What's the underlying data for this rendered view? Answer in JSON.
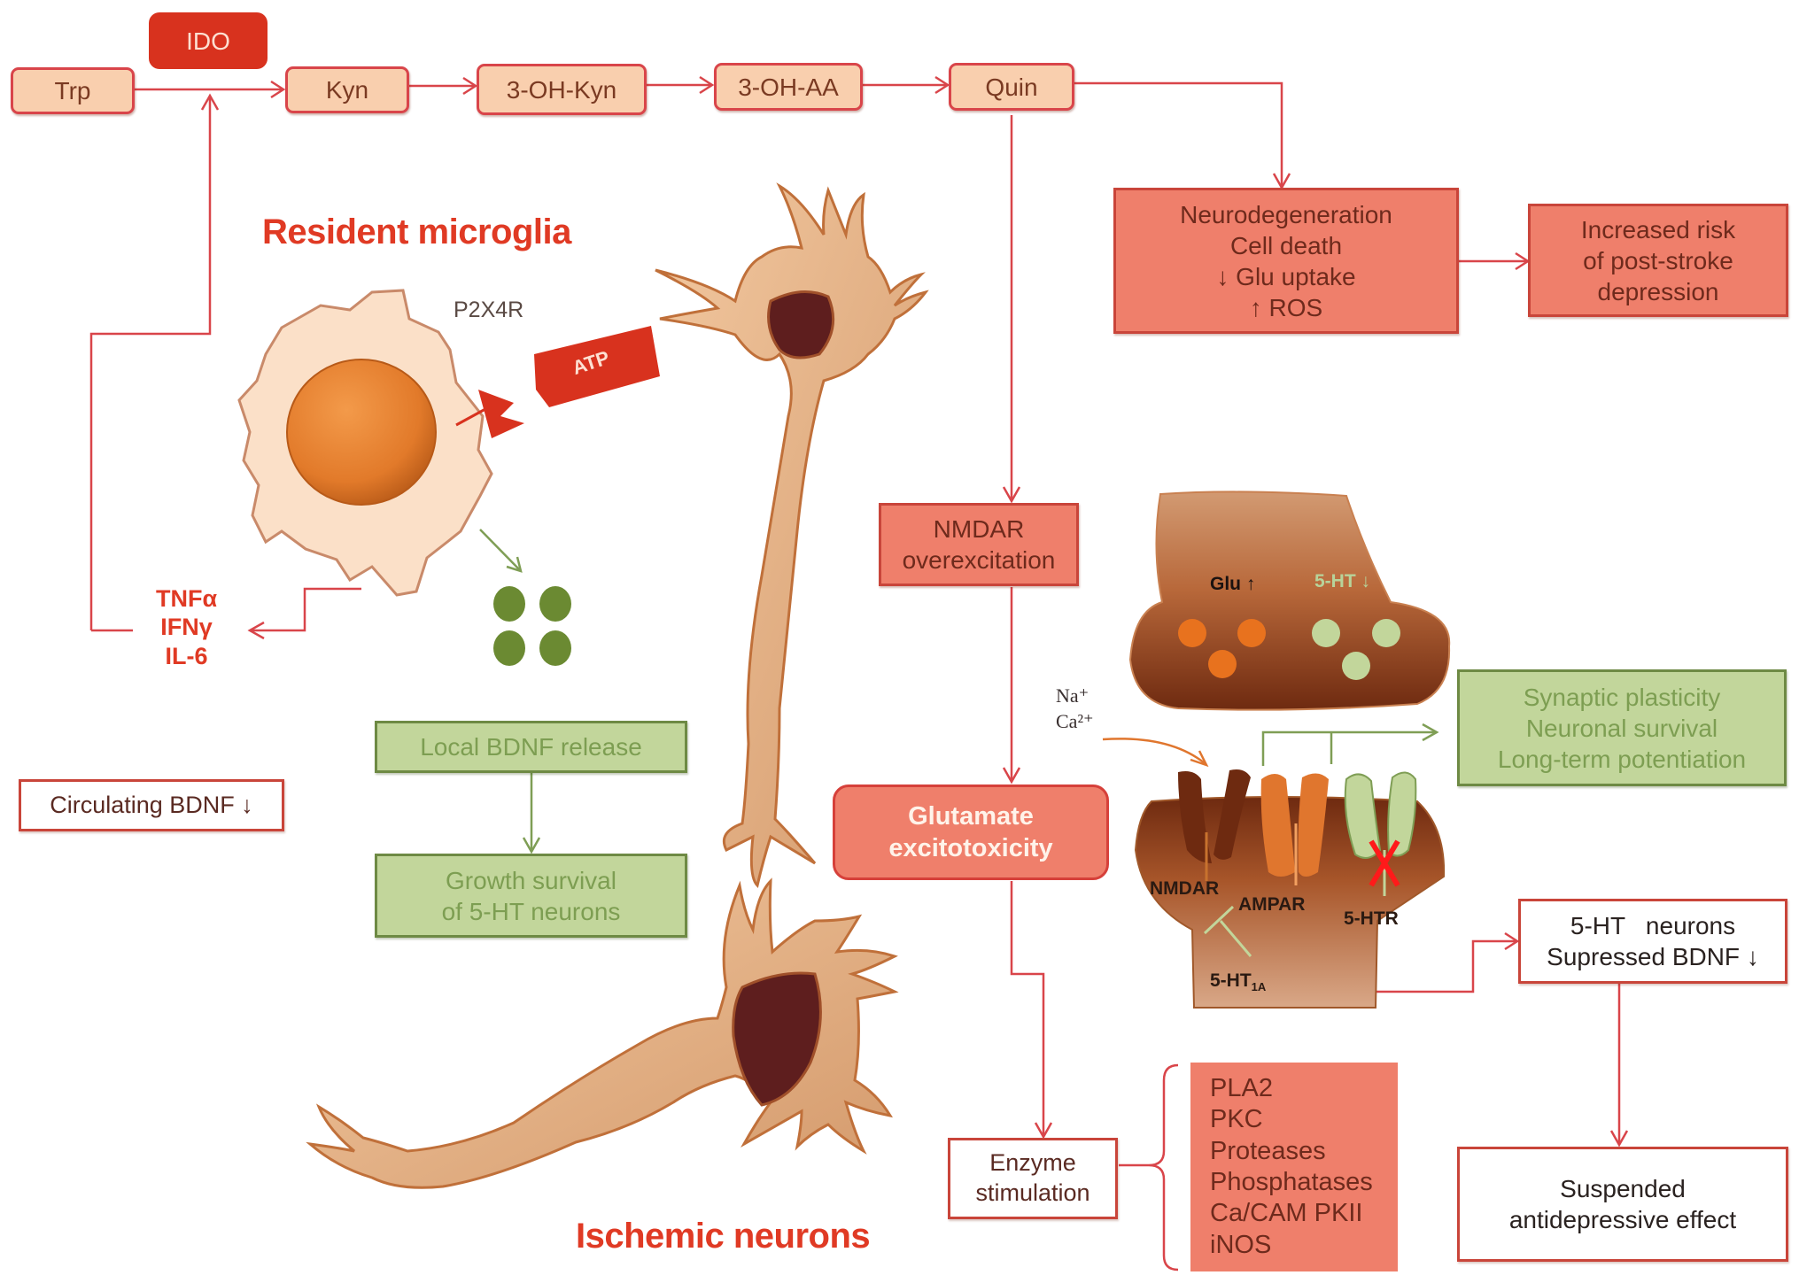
{
  "pathway": {
    "nodes": [
      "Trp",
      "Kyn",
      "3-OH-Kyn",
      "3-OH-AA",
      "Quin"
    ],
    "enzyme": "IDO"
  },
  "titles": {
    "microglia": "Resident microglia",
    "neurons": "Ischemic neurons"
  },
  "microglia": {
    "receptor": "P2X4R",
    "atp": "ATP",
    "cytokines": [
      "TNFα",
      "IFNγ",
      "IL-6"
    ]
  },
  "boxes": {
    "neurodegeneration": [
      "Neurodegeneration",
      "Cell death",
      "↓ Glu uptake",
      "↑ ROS"
    ],
    "depression_risk": [
      "Increased risk",
      "of post-stroke",
      "depression"
    ],
    "nmdar": [
      "NMDAR",
      "overexcitation"
    ],
    "glutamate": [
      "Glutamate",
      "excitotoxicity"
    ],
    "enzyme": [
      "Enzyme",
      "stimulation"
    ],
    "enzyme_list": [
      "PLA2",
      "PKC",
      "Proteases",
      "Phosphatases",
      "Ca/CAM PKII",
      "iNOS"
    ],
    "circulating_bdnf": "Circulating BDNF ↓",
    "local_bdnf": "Local BDNF release",
    "growth_survival": [
      "Growth survival",
      "of 5-HT neurons"
    ],
    "synaptic": [
      "Synaptic plasticity",
      "Neuronal survival",
      "Long-term potentiation"
    ],
    "ht_neurons": [
      "5-HT   neurons",
      "Supressed BDNF ↓"
    ],
    "suspended": [
      "Suspended",
      "antidepressive effect"
    ]
  },
  "synapse": {
    "glu": "Glu ↑",
    "ht": "5-HT ↓",
    "ions": [
      "Na⁺",
      "Ca²⁺"
    ],
    "receptors": [
      "NMDAR",
      "AMPAR",
      "5-HTR"
    ],
    "ht1a": "5-HT",
    "ht1a_sub": "1A"
  },
  "colors": {
    "line_red": "#d9454a",
    "line_green": "#7f9e55",
    "salmon": "#ef7f6b",
    "green_box": "#c2d69b",
    "title_red": "#e03a24"
  }
}
